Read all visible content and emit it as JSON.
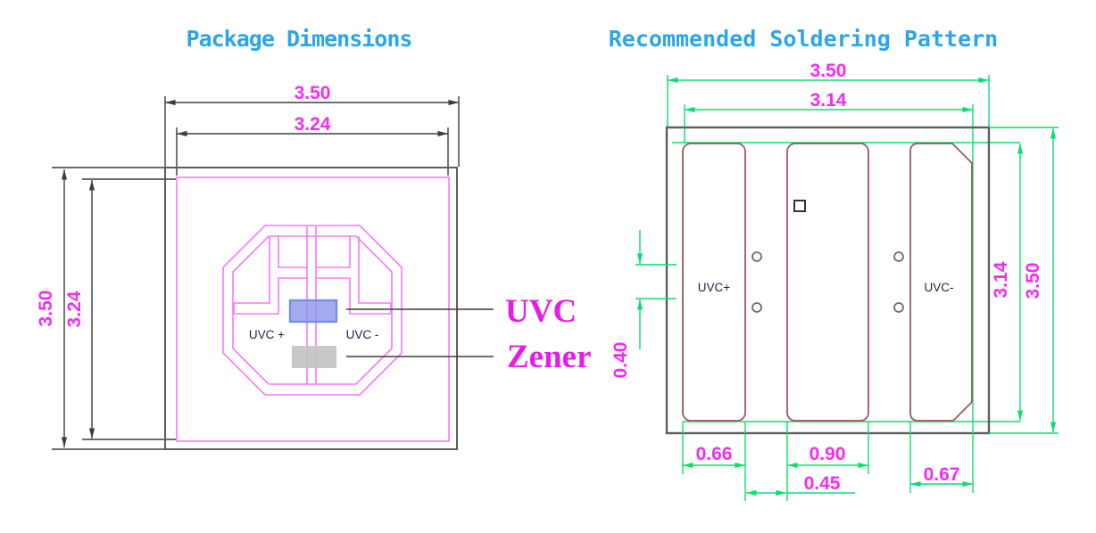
{
  "left_diagram": {
    "title": "Package Dimensions",
    "dim_outer": "3.50",
    "dim_inner": "3.24",
    "anode_label": "UVC +",
    "cathode_label": "UVC -",
    "callout_uvc": "UVC",
    "callout_zener": "Zener"
  },
  "right_diagram": {
    "title": "Recommended Soldering Pattern",
    "dim_outer": "3.50",
    "dim_pad_span": "3.14",
    "dim_hole_offset": "0.40",
    "dim_left_pad_width": "0.66",
    "dim_center_pad_width": "0.90",
    "dim_pad_gap": "0.45",
    "dim_right_pad_width": "0.67",
    "anode_label": "UVC+",
    "cathode_label": "UVC-"
  },
  "colors": {
    "title_cyan": "#2ba6e8",
    "dimension_text_magenta": "#f32cf3",
    "package_trace_magenta": "#fa78fa",
    "dimension_green": "#0adf6e",
    "pad_outline_red": "#a05858",
    "package_outline_gray": "#5e5e5e",
    "uvc_die_blue": "#8a92ec",
    "uvc_die_border_blue": "#6b93e8",
    "zener_die_gray": "#c2c2c2"
  }
}
